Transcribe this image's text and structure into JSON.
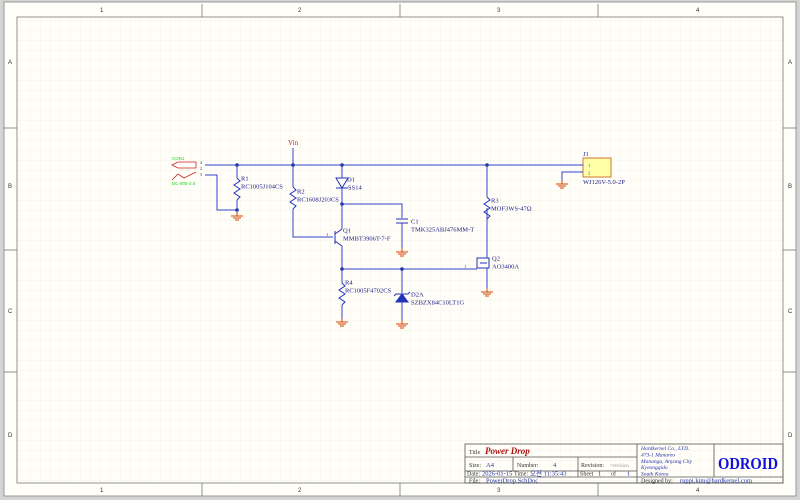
{
  "zones": {
    "columns": [
      "1",
      "2",
      "3",
      "4"
    ],
    "rows": [
      "A",
      "B",
      "C",
      "D"
    ]
  },
  "nets": {
    "vin": "Vin"
  },
  "connector_con1": {
    "designator": "CON1",
    "value": "DC-005-2.0",
    "pins": [
      "4",
      "2",
      "3"
    ]
  },
  "components": {
    "r1": {
      "designator": "R1",
      "value": "RC1005J104CS"
    },
    "r2": {
      "designator": "R2",
      "value": "RC1608J203CS"
    },
    "d1": {
      "designator": "D1",
      "value": "SS14"
    },
    "c1": {
      "designator": "C1",
      "value": "TMK325ABJ476MM-T"
    },
    "q1": {
      "designator": "Q1",
      "value": "MMBT3906T-7-F"
    },
    "r4": {
      "designator": "R4",
      "value": "RC1005F4702CS"
    },
    "d2a": {
      "designator": "D2A",
      "value": "SZBZX84C10LT1G"
    },
    "r3": {
      "designator": "R3",
      "value": "MOF3WS-47Ω"
    },
    "q2": {
      "designator": "Q2",
      "value": "AO3400A",
      "gate_pin": "1"
    },
    "j1": {
      "designator": "J1",
      "value": "WJ126V-5.0-2P",
      "pins": [
        "1",
        "2"
      ]
    }
  },
  "title_block": {
    "title_label": "Title",
    "title": "Power Drop",
    "size_label": "Size:",
    "size": "A4",
    "number_label": "Number:",
    "number": "4",
    "revision_label": "Revision:",
    "revision": "=revision",
    "date_label": "Date:",
    "date": "2026-01-15",
    "time_label": "Time:",
    "time": "오전 11:35:43",
    "sheet_label": "Sheet",
    "sheet": "1",
    "of_label": "of",
    "sheet_total": "1",
    "file_label": "File:",
    "file": "PowerDrop.SchDoc",
    "company": [
      "Hardkernel Co., LTD.",
      "473-1 Manareo",
      "Manangu, Anyang City",
      "Kyeonggido",
      "South Korea"
    ],
    "designed_label": "Designed by:",
    "designed_by": "ruppi.kim@hardkernel.com",
    "logo": "ODROID"
  }
}
